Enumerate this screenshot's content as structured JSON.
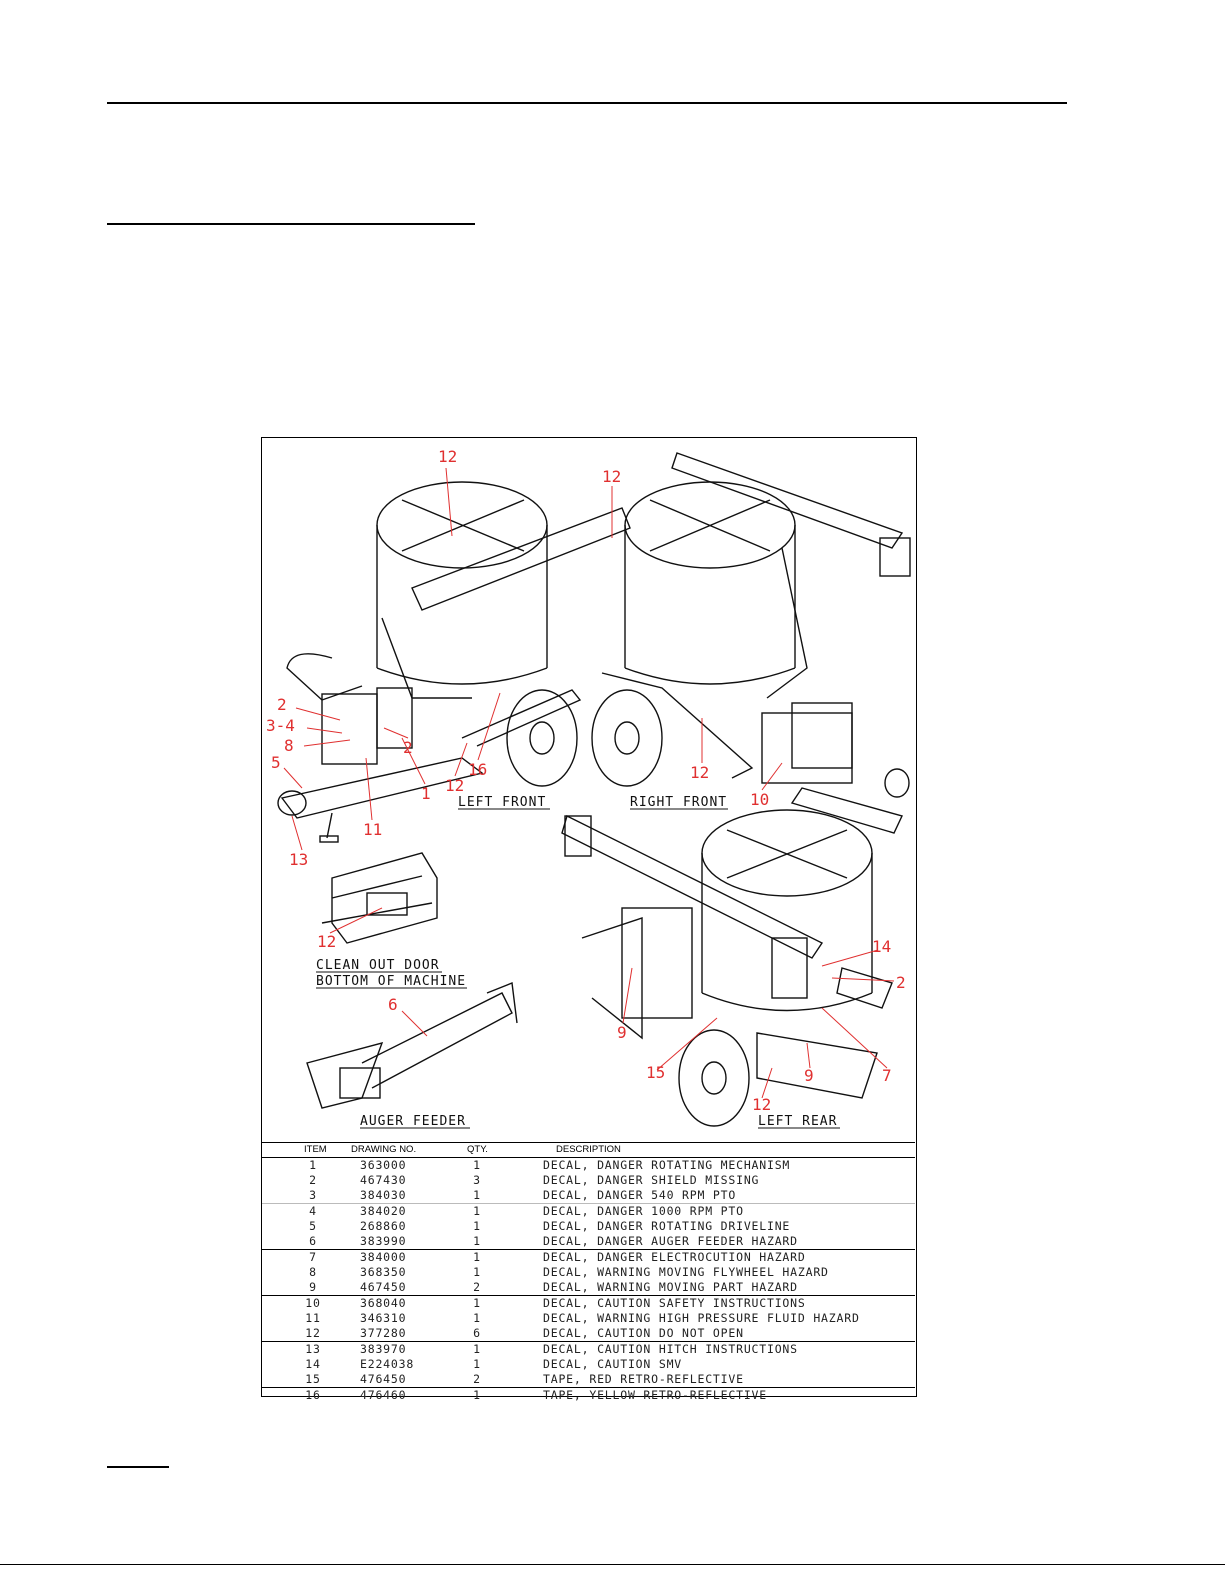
{
  "figure": {
    "view_labels": {
      "left_front": "LEFT FRONT",
      "right_front": "RIGHT FRONT",
      "cleanout_line1": "CLEAN OUT DOOR",
      "cleanout_line2": "BOTTOM OF MACHINE",
      "auger_feeder": "AUGER FEEDER",
      "left_rear": "LEFT REAR"
    },
    "callouts": [
      "12",
      "12",
      "2",
      "3-4",
      "8",
      "5",
      "13",
      "11",
      "2",
      "1",
      "12",
      "16",
      "12",
      "10",
      "12",
      "6",
      "14",
      "2",
      "7",
      "9",
      "9",
      "15",
      "12"
    ]
  },
  "parts_table": {
    "headers": {
      "item": "ITEM",
      "drawing_no": "DRAWING NO.",
      "qty": "QTY.",
      "description": "DESCRIPTION"
    },
    "rows": [
      {
        "item": "1",
        "drawing_no": "363000",
        "qty": "1",
        "description": "DECAL, DANGER ROTATING MECHANISM"
      },
      {
        "item": "2",
        "drawing_no": "467430",
        "qty": "3",
        "description": "DECAL, DANGER SHIELD MISSING"
      },
      {
        "item": "3",
        "drawing_no": "384030",
        "qty": "1",
        "description": "DECAL, DANGER 540 RPM PTO"
      },
      {
        "item": "4",
        "drawing_no": "384020",
        "qty": "1",
        "description": "DECAL, DANGER 1000 RPM PTO"
      },
      {
        "item": "5",
        "drawing_no": "268860",
        "qty": "1",
        "description": "DECAL, DANGER ROTATING DRIVELINE"
      },
      {
        "item": "6",
        "drawing_no": "383990",
        "qty": "1",
        "description": "DECAL, DANGER AUGER FEEDER HAZARD"
      },
      {
        "item": "7",
        "drawing_no": "384000",
        "qty": "1",
        "description": "DECAL, DANGER ELECTROCUTION HAZARD"
      },
      {
        "item": "8",
        "drawing_no": "368350",
        "qty": "1",
        "description": "DECAL, WARNING MOVING FLYWHEEL HAZARD"
      },
      {
        "item": "9",
        "drawing_no": "467450",
        "qty": "2",
        "description": "DECAL, WARNING MOVING PART HAZARD"
      },
      {
        "item": "10",
        "drawing_no": "368040",
        "qty": "1",
        "description": "DECAL, CAUTION SAFETY INSTRUCTIONS"
      },
      {
        "item": "11",
        "drawing_no": "346310",
        "qty": "1",
        "description": "DECAL, WARNING HIGH PRESSURE FLUID HAZARD"
      },
      {
        "item": "12",
        "drawing_no": "377280",
        "qty": "6",
        "description": "DECAL, CAUTION DO NOT OPEN"
      },
      {
        "item": "13",
        "drawing_no": "383970",
        "qty": "1",
        "description": "DECAL, CAUTION HITCH INSTRUCTIONS"
      },
      {
        "item": "14",
        "drawing_no": "E224038",
        "qty": "1",
        "description": "DECAL, CAUTION SMV"
      },
      {
        "item": "15",
        "drawing_no": "476450",
        "qty": "2",
        "description": "TAPE, RED RETRO-REFLECTIVE"
      },
      {
        "item": "16",
        "drawing_no": "476460",
        "qty": "1",
        "description": "TAPE, YELLOW RETRO-REFLECTIVE"
      }
    ]
  },
  "colors": {
    "callout": "#e03030",
    "line": "#000000"
  }
}
